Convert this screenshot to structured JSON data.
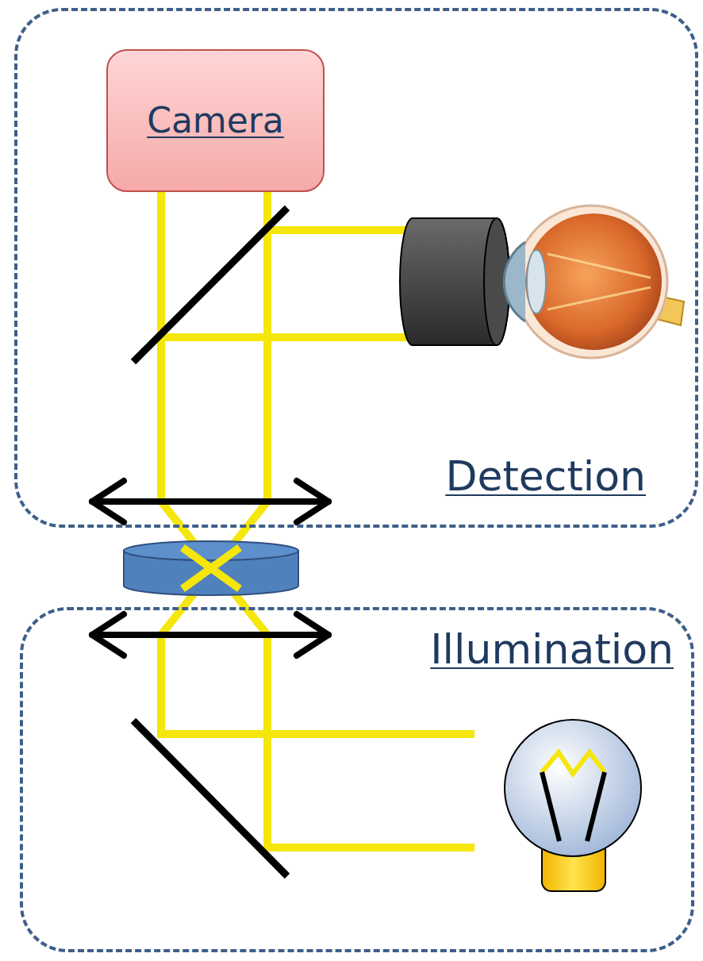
{
  "diagram": {
    "nodes": [
      {
        "text": [
          "Detection"
        ]
      },
      {
        "text": [
          "Camera"
        ],
        "in": 0
      },
      {
        "text": [
          "Illumination"
        ]
      }
    ]
  }
}
